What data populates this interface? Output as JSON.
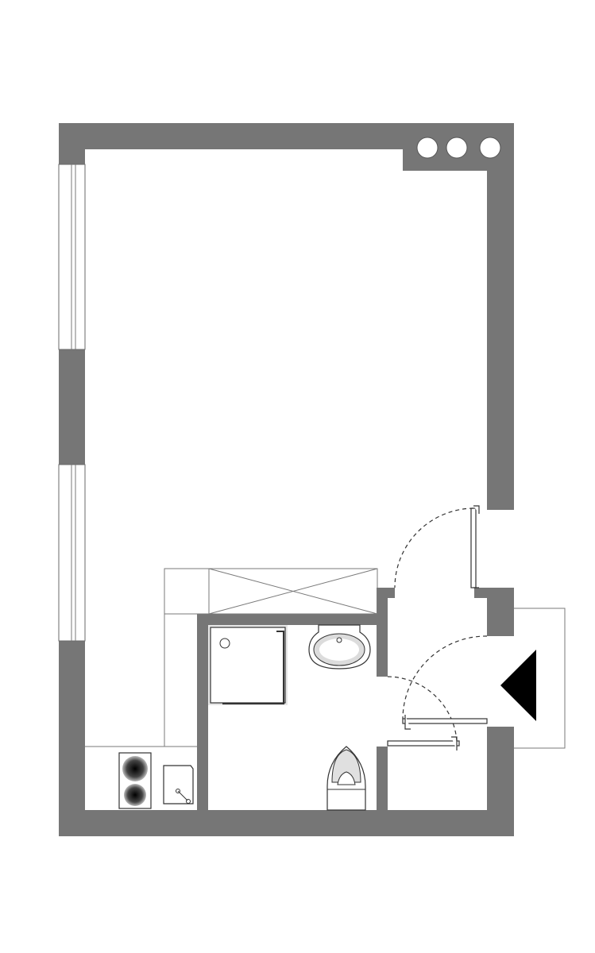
{
  "plan": {
    "style": "black-and-white architectural floor plan, no text labels",
    "colors": {
      "wall": "#767676",
      "line": "#333333",
      "background": "#ffffff",
      "entry_marker": "#000000"
    },
    "rooms": [
      "main-room",
      "kitchenette",
      "bathroom",
      "entry-hall"
    ],
    "fixtures": [
      "two-burner-hob",
      "kitchen-sink",
      "shower-tray",
      "washbasin",
      "toilet",
      "wall-cabinet",
      "ventilation-shafts"
    ],
    "icons": {
      "ventilation": "circle-icon",
      "entrance": "triangle-entry-icon"
    },
    "ventilation_count": 3,
    "door_count": 3
  }
}
